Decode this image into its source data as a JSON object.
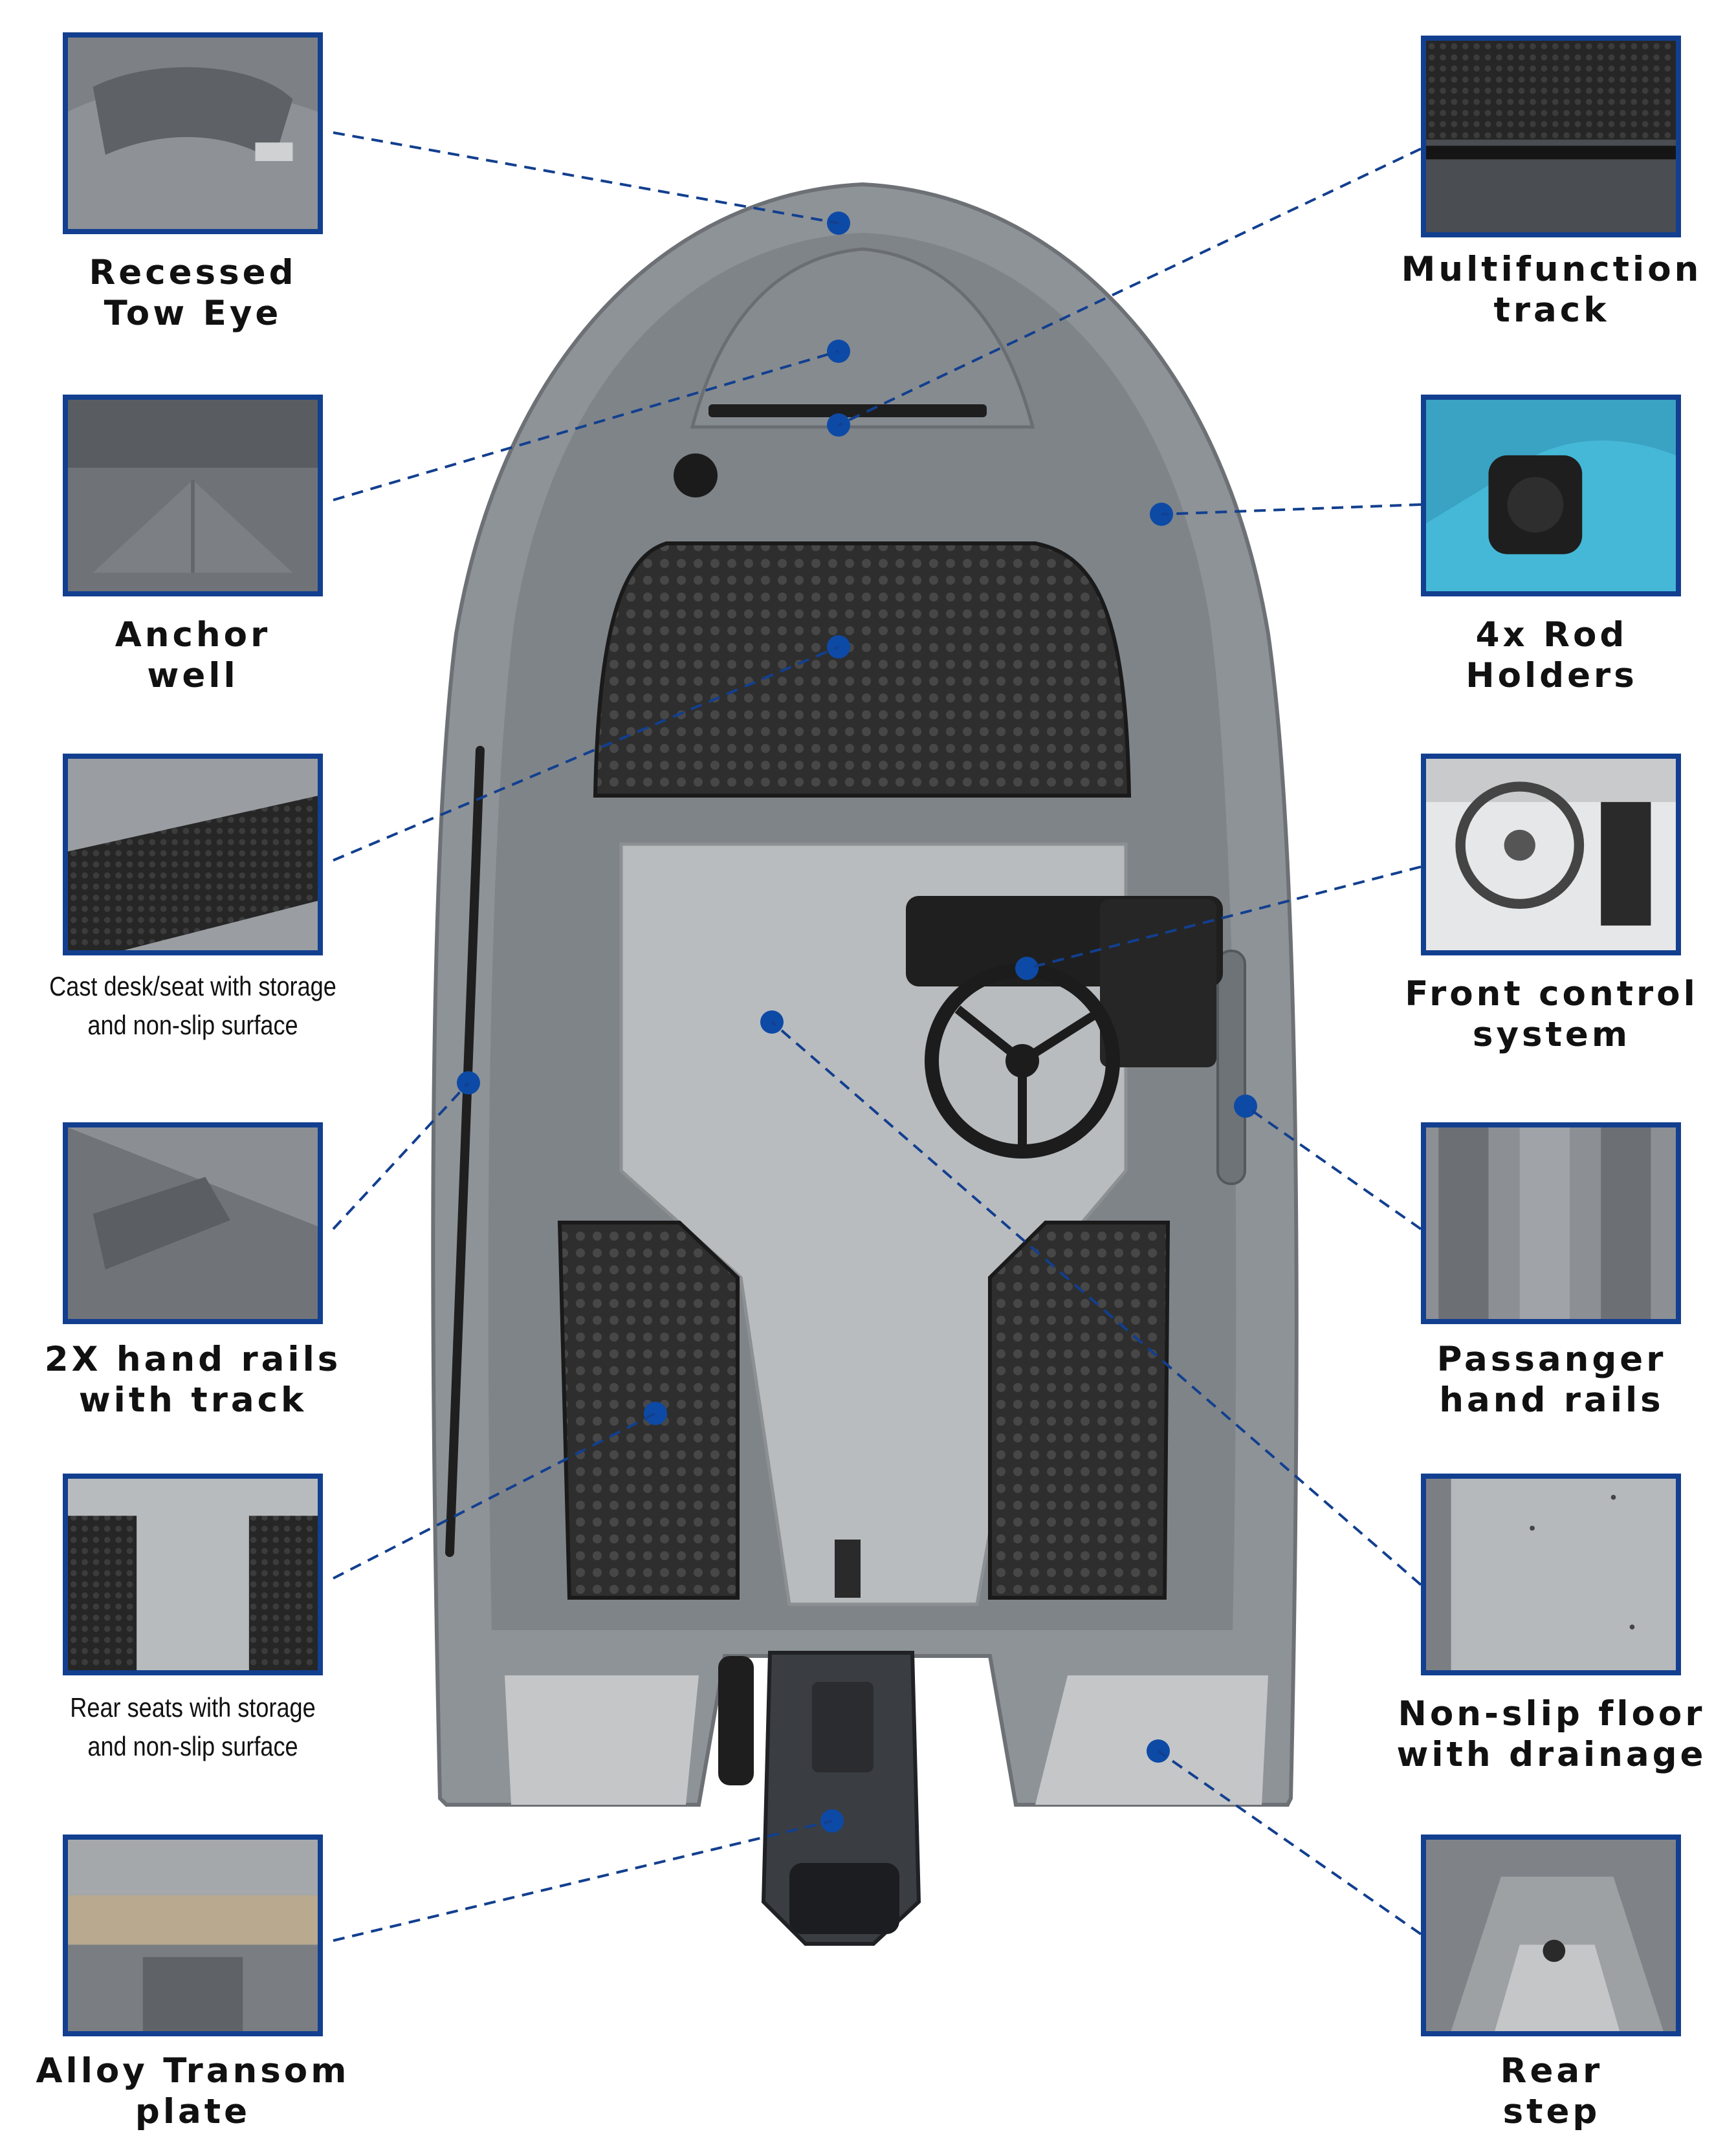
{
  "colors": {
    "accent": "#123f8f",
    "callout_dot": "#0d4aa6",
    "hull": "#8e9398",
    "floor": "#b9bcbf",
    "pad": "#2b2b2b"
  },
  "features_left": [
    {
      "id": "tow-eye",
      "lines": [
        "Recessed",
        "Tow Eye"
      ],
      "style": "bold"
    },
    {
      "id": "anchor-well",
      "lines": [
        "Anchor",
        "well"
      ],
      "style": "bold"
    },
    {
      "id": "cast-desk",
      "lines": [
        "Cast desk/seat with storage",
        "and non-slip surface"
      ],
      "style": "condensed"
    },
    {
      "id": "hand-rails",
      "lines": [
        "2X hand rails",
        "with track"
      ],
      "style": "bold"
    },
    {
      "id": "rear-seats",
      "lines": [
        "Rear seats with storage",
        "and non-slip surface"
      ],
      "style": "condensed"
    },
    {
      "id": "transom",
      "lines": [
        "Alloy Transom",
        "plate"
      ],
      "style": "bold"
    }
  ],
  "features_right": [
    {
      "id": "track",
      "lines": [
        "Multifunction",
        "track"
      ],
      "style": "bold"
    },
    {
      "id": "rod-holders",
      "lines": [
        "4x Rod",
        "Holders"
      ],
      "style": "bold"
    },
    {
      "id": "control",
      "lines": [
        "Front control",
        "system"
      ],
      "style": "bold"
    },
    {
      "id": "passenger-rails",
      "lines": [
        "Passanger",
        "hand rails"
      ],
      "style": "bold"
    },
    {
      "id": "floor",
      "lines": [
        "Non-slip floor",
        "with drainage"
      ],
      "style": "bold"
    },
    {
      "id": "rear-step",
      "lines": [
        "Rear",
        "step"
      ],
      "style": "bold"
    }
  ]
}
